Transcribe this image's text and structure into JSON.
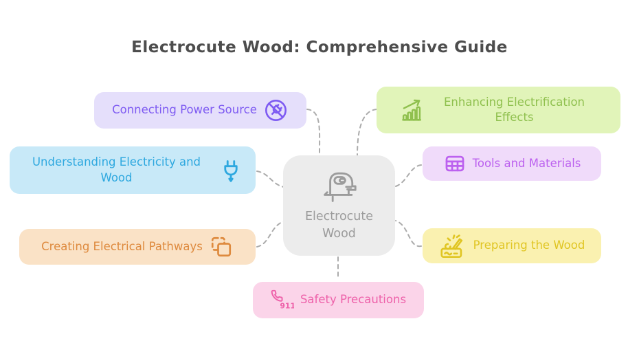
{
  "title": {
    "text": "Electrocute Wood: Comprehensive Guide",
    "color": "#4D4D4D"
  },
  "center_node": {
    "label": "Electrocute Wood",
    "icon": "jigsaw-tool-icon",
    "bg": "#ECECEC",
    "color": "#9B9B9B"
  },
  "branches": [
    {
      "label": "Connecting Power Source",
      "icon": "unplugged-icon",
      "icon_side": "right",
      "bg": "#E5DFFB",
      "color": "#7E5BF2"
    },
    {
      "label": "Understanding Electricity and Wood",
      "icon": "power-plug-icon",
      "icon_side": "right",
      "bg": "#C8E9F8",
      "color": "#2EA8DF"
    },
    {
      "label": "Creating Electrical Pathways",
      "icon": "duplicate-icon",
      "icon_side": "right",
      "bg": "#FAE2C6",
      "color": "#DE8A3E"
    },
    {
      "label": "Safety Precautions",
      "icon": "emergency-call-icon",
      "icon_text": "911",
      "icon_side": "left",
      "bg": "#FBD4E9",
      "color": "#EE62AA"
    },
    {
      "label": "Enhancing Electrification Effects",
      "icon": "chart-increasing-icon",
      "icon_side": "left",
      "bg": "#E1F4B9",
      "color": "#8FC04E"
    },
    {
      "label": "Tools and Materials",
      "icon": "table-icon",
      "icon_side": "left",
      "bg": "#F0DBFA",
      "color": "#BC61EF"
    },
    {
      "label": "Preparing the Wood",
      "icon": "wood-carving-icon",
      "icon_side": "left",
      "bg": "#FAF1B0",
      "color": "#E0C522"
    }
  ],
  "connectors": {
    "color": "#ABABAB",
    "style": "dashed"
  }
}
